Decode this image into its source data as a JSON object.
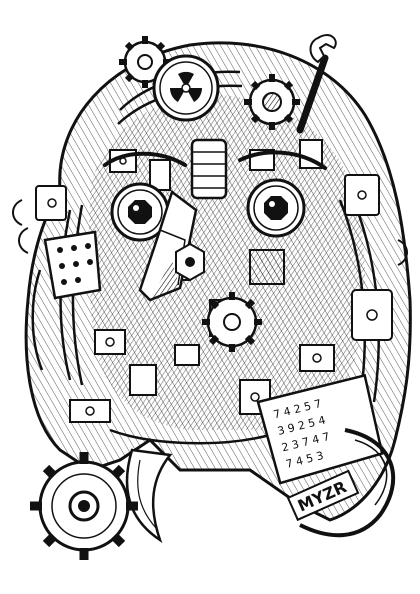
{
  "artwork": {
    "kind": "pen-and-ink illustration",
    "subject": "mechanical owl",
    "ink_color": "#111111",
    "paper_color": "#ffffff",
    "icons": [
      "gear-icon",
      "radiation-symbol-icon",
      "wrench-icon"
    ],
    "note_card": {
      "lines": [
        "7 4 2 5 7",
        "3 9 2 5 4",
        "2 3 7 4 7",
        "7 4 5 3"
      ]
    },
    "tag_text": "MYZR"
  }
}
